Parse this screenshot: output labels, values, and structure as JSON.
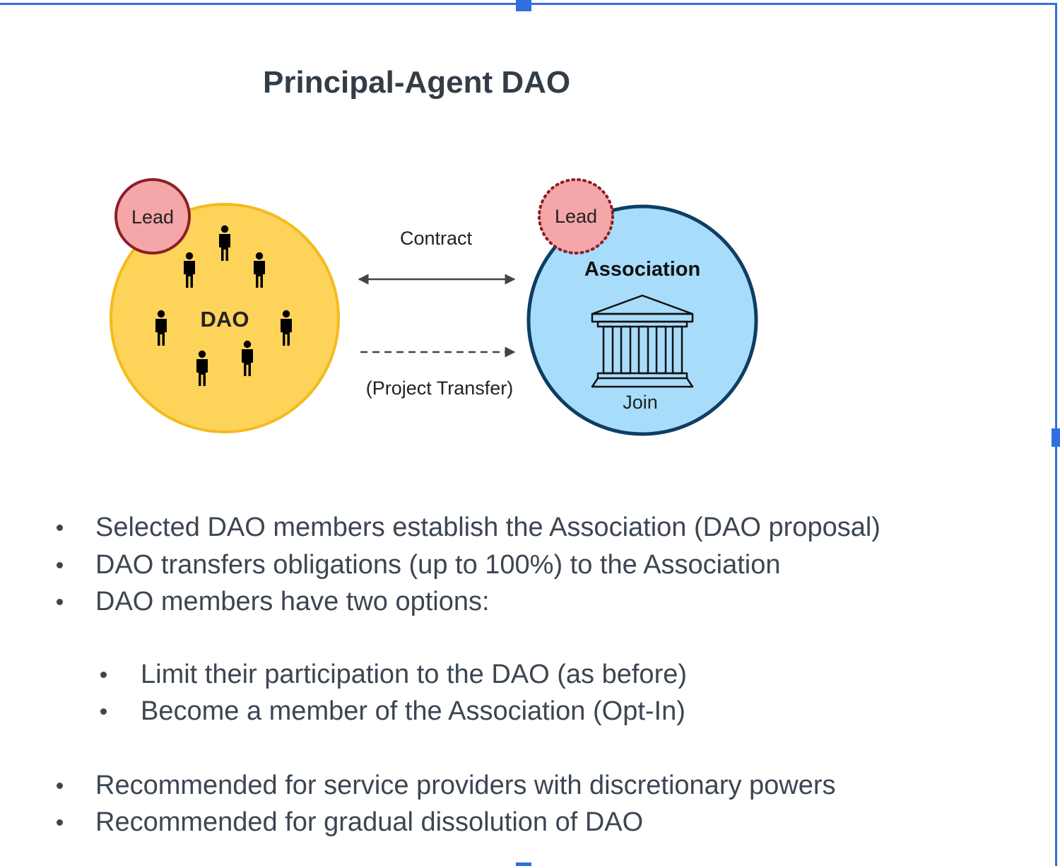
{
  "title": "Principal-Agent DAO",
  "diagram": {
    "dao": {
      "label": "DAO",
      "lead": "Lead",
      "fill": "#fdd35a",
      "stroke": "#f5bb1c"
    },
    "association": {
      "label": "Association",
      "lead": "Lead",
      "join": "Join",
      "fill": "#a8dcfb",
      "stroke": "#0f3d63"
    },
    "lead_fill": "#f4a6a8",
    "lead_stroke": "#8b1f26",
    "contract_label": "Contract",
    "transfer_label": "(Project Transfer)"
  },
  "bullets": {
    "top": [
      "Selected DAO members establish the Association (DAO proposal)",
      "DAO transfers obligations (up to 100%) to the Association",
      "DAO members have two options:"
    ],
    "options": [
      "Limit their participation to the DAO (as before)",
      "Become a member of the Association (Opt-In)"
    ],
    "bottom": [
      "Recommended for service providers with discretionary powers",
      "Recommended for gradual dissolution of DAO"
    ]
  },
  "colors": {
    "selection": "#2f6fe0",
    "text": "#3c4652"
  }
}
